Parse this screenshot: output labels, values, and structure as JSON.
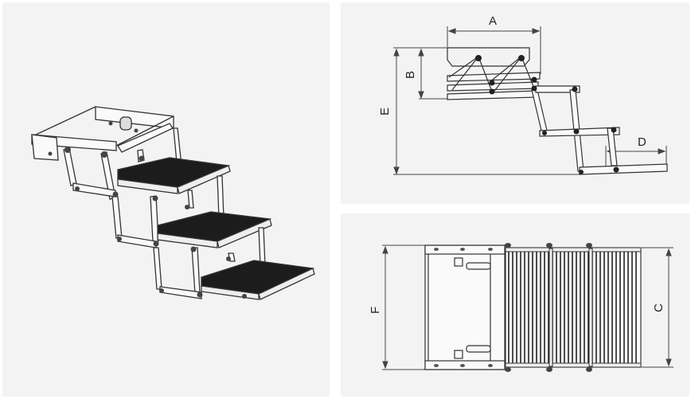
{
  "figure": {
    "panels": [
      {
        "id": "isometric-view",
        "label": "3D isometric view of folding 3-step stair"
      },
      {
        "id": "side-elevation",
        "label": "Side elevation with dimensions"
      },
      {
        "id": "top-view",
        "label": "Top/plan view with dimensions"
      }
    ],
    "dimensions": {
      "side": {
        "A": "A",
        "B": "B",
        "D": "D",
        "E": "E"
      },
      "top": {
        "C": "C",
        "F": "F"
      }
    },
    "steps_count": 3,
    "colors": {
      "panel_bg": "#f3f3f3",
      "line": "#333333",
      "tread": "#1a1a1a"
    }
  }
}
